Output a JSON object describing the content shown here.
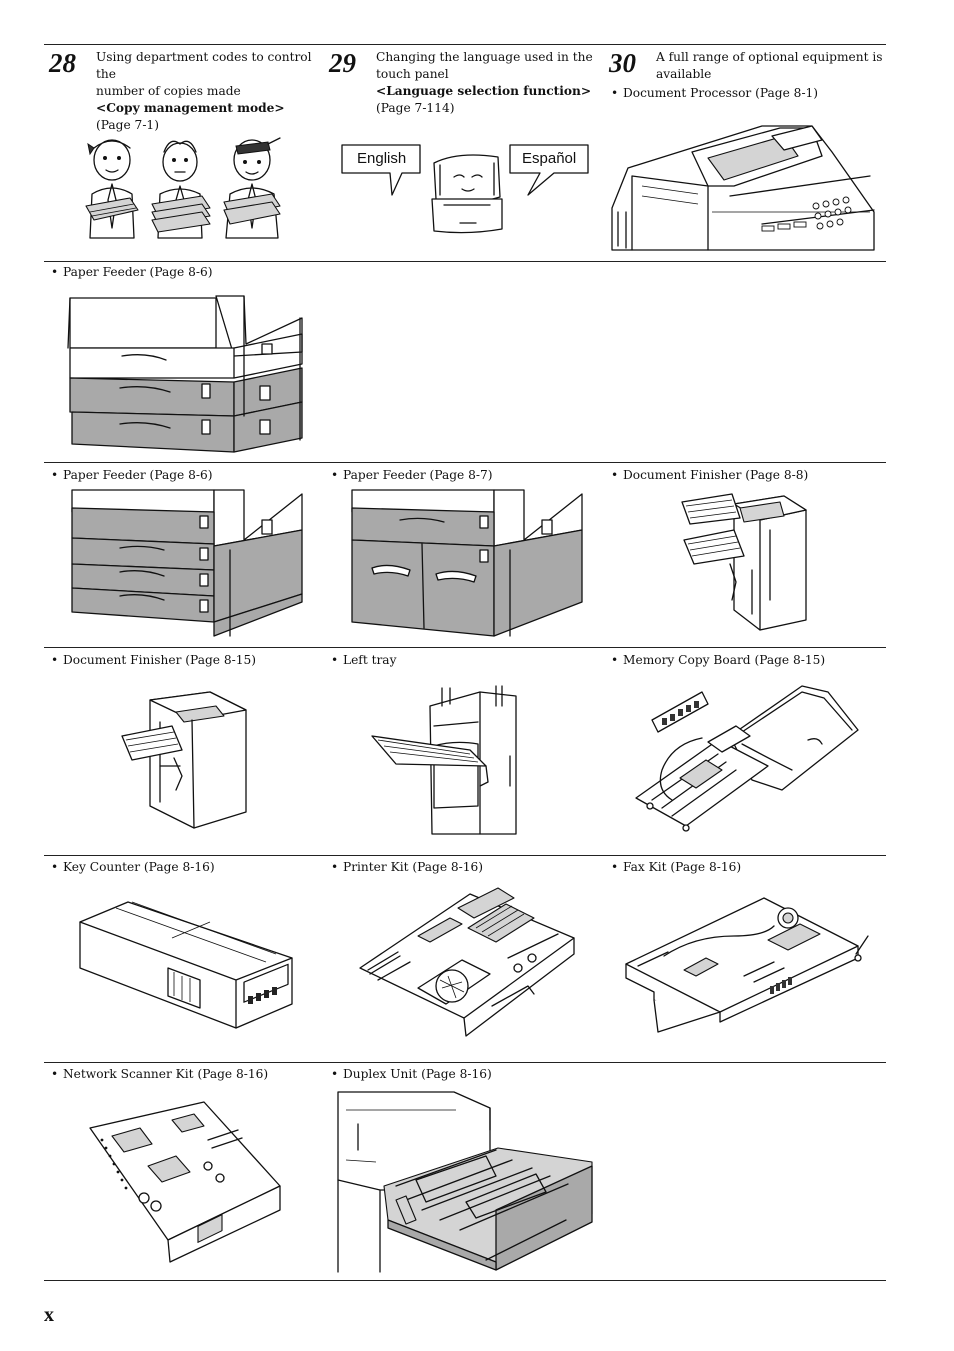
{
  "features": [
    {
      "number": "28",
      "lines": [
        "Using department codes to control the",
        "number of copies made"
      ],
      "bold": "<Copy management mode>",
      "ref": "(Page 7-1)"
    },
    {
      "number": "29",
      "lines": [
        "Changing the language used in the",
        "touch panel"
      ],
      "bold": "<Language selection function>",
      "ref": "(Page 7-114)",
      "bubble_left": "English",
      "bubble_right": "Español"
    },
    {
      "number": "30",
      "lines": [
        "A full range of optional equipment is",
        "available"
      ]
    }
  ],
  "options": {
    "document_processor": "Document Processor (Page 8-1)",
    "paper_feeder_1": "Paper Feeder (Page 8-6)",
    "paper_feeder_2": "Paper Feeder (Page 8-6)",
    "paper_feeder_3": "Paper Feeder (Page 8-7)",
    "document_finisher_1": "Document Finisher (Page 8-8)",
    "document_finisher_2": "Document Finisher (Page 8-15)",
    "left_tray": "Left tray",
    "memory_copy_board": "Memory Copy Board (Page 8-15)",
    "key_counter": "Key Counter (Page 8-16)",
    "printer_kit": "Printer Kit (Page 8-16)",
    "fax_kit": "Fax Kit (Page 8-16)",
    "network_scanner_kit": "Network Scanner Kit (Page 8-16)",
    "duplex_unit": "Duplex Unit (Page 8-16)"
  },
  "bullet_char": "•",
  "page_marker": "x"
}
